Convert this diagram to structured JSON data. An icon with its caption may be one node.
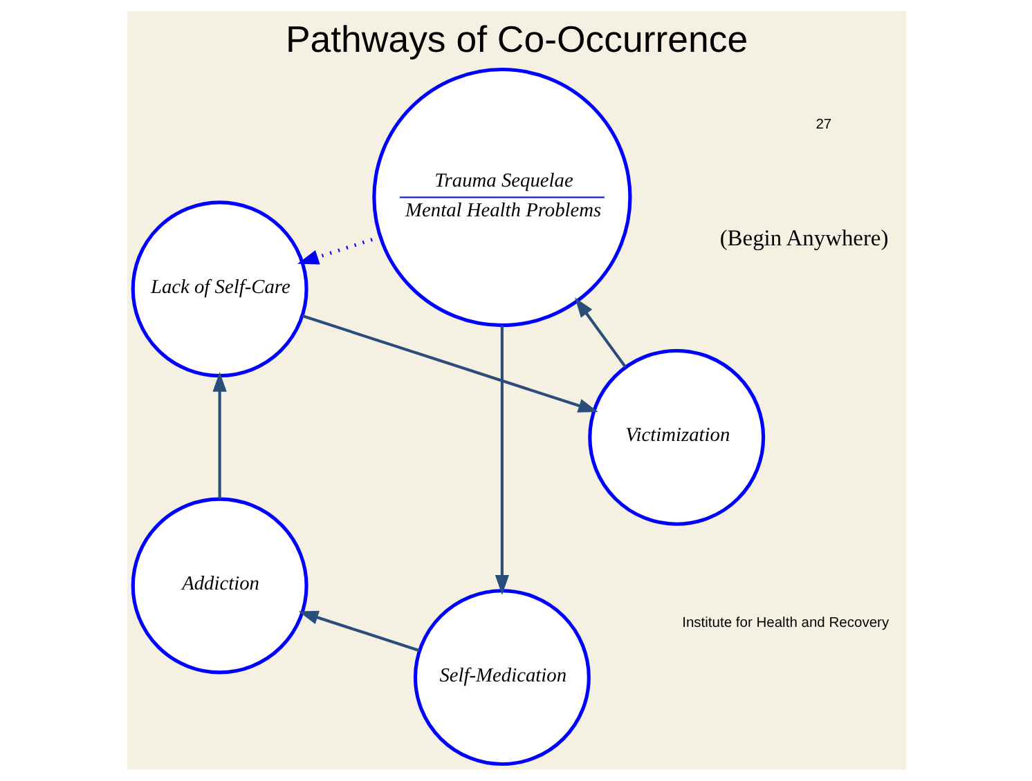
{
  "diagram": {
    "title": "Pathways of Co-Occurrence",
    "nodes": [
      {
        "text": [
          "Trauma Sequelae",
          "Mental Health Problems"
        ]
      },
      {
        "text": [
          "Self-Medication"
        ]
      },
      {
        "text": [
          "Addiction"
        ]
      },
      {
        "text": [
          "Lack of Self-Care"
        ]
      },
      {
        "text": [
          "Victimization"
        ]
      }
    ],
    "edges": [
      {
        "from": 0,
        "to": 1,
        "arrow": "to"
      },
      {
        "from": 1,
        "to": 2,
        "arrow": "to"
      },
      {
        "from": 2,
        "to": 3,
        "arrow": "to"
      },
      {
        "from": 3,
        "to": 4,
        "arrow": "to"
      },
      {
        "from": 4,
        "to": 0,
        "arrow": "to"
      },
      {
        "from": 0,
        "to": 3,
        "arrow": "to",
        "style": "dashed",
        "color": "#0000ff"
      }
    ],
    "labels": [
      "(Begin Anywhere)",
      "Institute for Health and Recovery",
      "27"
    ]
  }
}
